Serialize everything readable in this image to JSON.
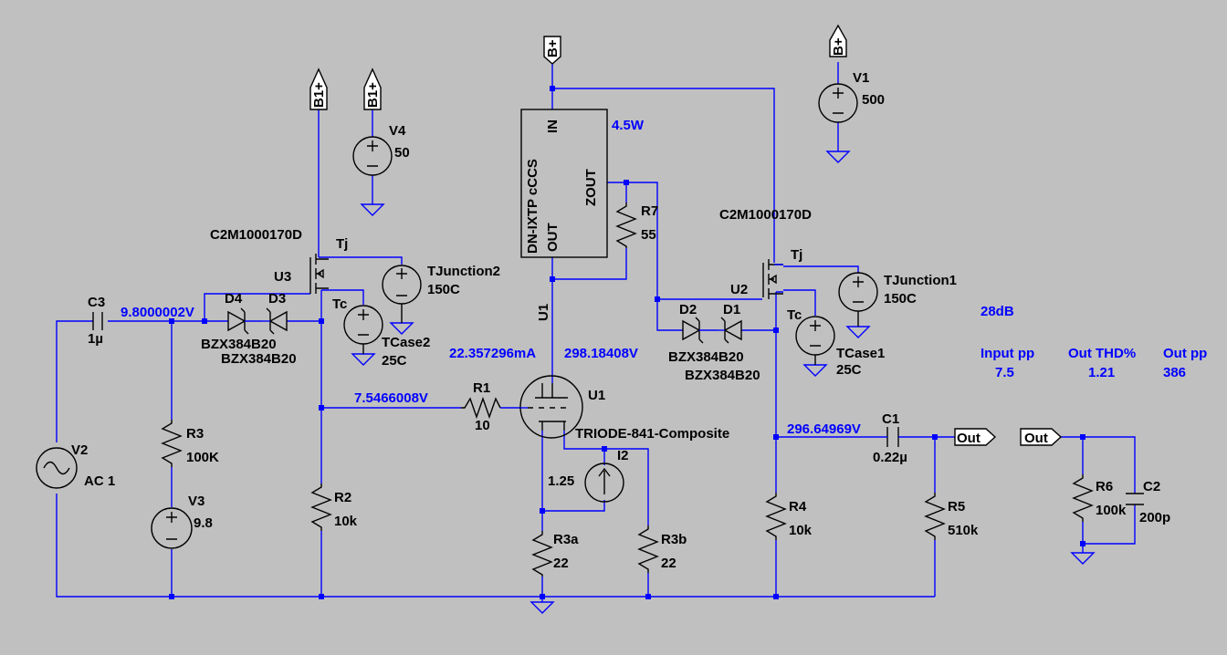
{
  "nets": {
    "b_plus": "B+",
    "b1_plus": "B1+",
    "out": "Out"
  },
  "components": {
    "v1": {
      "name": "V1",
      "value": "500"
    },
    "v2": {
      "name": "V2",
      "value": "AC 1"
    },
    "v3": {
      "name": "V3",
      "value": "9.8"
    },
    "v4": {
      "name": "V4",
      "value": "50"
    },
    "c1": {
      "name": "C1",
      "value": "0.22µ"
    },
    "c2": {
      "name": "C2",
      "value": "200p"
    },
    "c3": {
      "name": "C3",
      "value": "1µ"
    },
    "r1": {
      "name": "R1",
      "value": "10"
    },
    "r2": {
      "name": "R2",
      "value": "10k"
    },
    "r3": {
      "name": "R3",
      "value": "100K"
    },
    "r3a": {
      "name": "R3a",
      "value": "22"
    },
    "r3b": {
      "name": "R3b",
      "value": "22"
    },
    "r4": {
      "name": "R4",
      "value": "10k"
    },
    "r5": {
      "name": "R5",
      "value": "510k"
    },
    "r6": {
      "name": "R6",
      "value": "100k"
    },
    "r7": {
      "name": "R7",
      "value": "55"
    },
    "i2": {
      "name": "I2",
      "value": "1.25"
    },
    "d1": {
      "name": "D1",
      "value": "BZX384B20"
    },
    "d2": {
      "name": "D2",
      "value": "BZX384B20"
    },
    "d3": {
      "name": "D3",
      "value": "BZX384B20"
    },
    "d4": {
      "name": "D4",
      "value": "BZX384B20"
    },
    "u1_tube": {
      "name": "U1",
      "value": "TRIODE-841-Composite"
    },
    "u1_ccs": {
      "name": "U1",
      "value": "DN-IXTP cCCS",
      "pin_in": "IN",
      "pin_out": "OUT",
      "pin_zout": "ZOUT"
    },
    "u2": {
      "name": "U2",
      "value": "C2M1000170D",
      "tj": "Tj",
      "tc": "Tc"
    },
    "u3": {
      "name": "U3",
      "value": "C2M1000170D",
      "tj": "Tj",
      "tc": "Tc"
    },
    "tjunction1": {
      "name": "TJunction1",
      "value": "150C"
    },
    "tjunction2": {
      "name": "TJunction2",
      "value": "150C"
    },
    "tcase1": {
      "name": "TCase1",
      "value": "25C"
    },
    "tcase2": {
      "name": "TCase2",
      "value": "25C"
    }
  },
  "annotations": {
    "v_gate_input": "9.8000002V",
    "v_grid": "7.5466008V",
    "i_plate": "22.357296mA",
    "v_plate": "298.18408V",
    "v_output": "296.64969V",
    "power": "4.5W",
    "gain": "28dB",
    "input_pp_label": "Input pp",
    "input_pp_value": "7.5",
    "thd_label": "Out THD%",
    "thd_value": "1.21",
    "out_pp_label": "Out pp",
    "out_pp_value": "386"
  },
  "colors": {
    "background": "#c0c0c0",
    "wire": "#0000ff",
    "component": "#000000",
    "annotation": "#0000ff"
  }
}
